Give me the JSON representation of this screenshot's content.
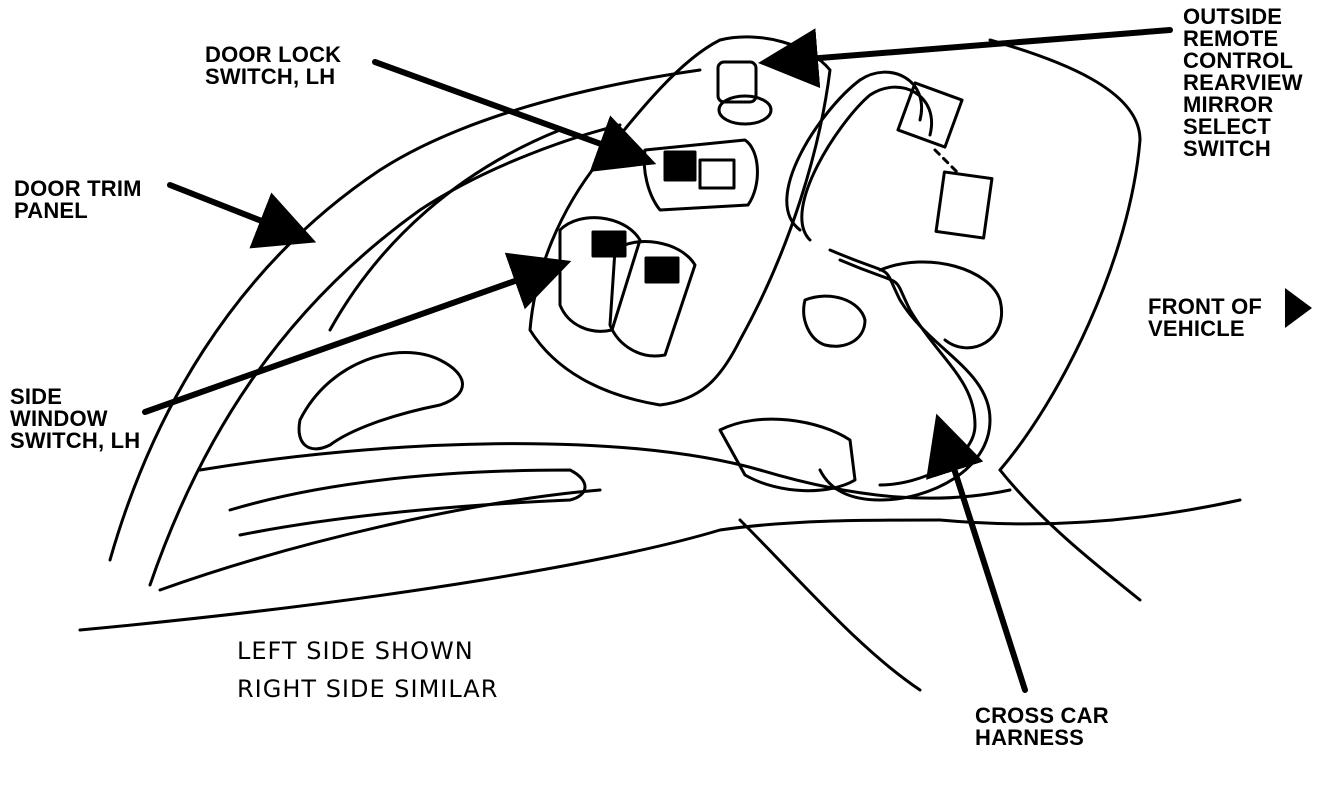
{
  "labels": {
    "door_lock_switch": [
      "DOOR LOCK",
      "SWITCH, LH"
    ],
    "door_trim_panel": [
      "DOOR TRIM",
      "PANEL"
    ],
    "side_window_switch": [
      "SIDE",
      "WINDOW",
      "SWITCH, LH"
    ],
    "outside_mirror_switch": [
      "OUTSIDE",
      "REMOTE",
      "CONTROL",
      "REARVIEW",
      "MIRROR",
      "SELECT",
      "SWITCH"
    ],
    "front_of_vehicle": [
      "FRONT OF",
      "VEHICLE"
    ],
    "cross_car_harness": [
      "CROSS CAR",
      "HARNESS"
    ],
    "note": [
      "LEFT SIDE SHOWN",
      "RIGHT SIDE SIMILAR"
    ]
  },
  "colors": {
    "ink": "#000000",
    "paper": "#ffffff"
  }
}
